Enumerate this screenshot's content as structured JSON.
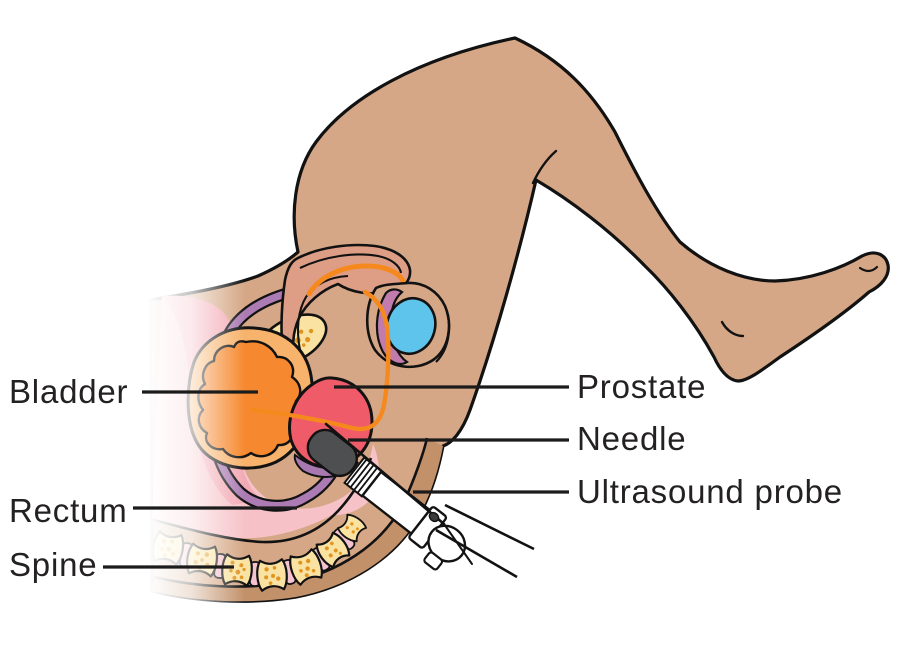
{
  "labels": {
    "bladder": "Bladder",
    "rectum": "Rectum",
    "spine": "Spine",
    "prostate": "Prostate",
    "needle": "Needle",
    "ultrasound_probe": "Ultrasound probe"
  },
  "colors": {
    "label_text": "#242122",
    "leader_line": "#1b1b1b",
    "outline": "#121212",
    "skin": "#D5A786",
    "skin_shadow": "#C2916A",
    "rectum_pink": "#F6C2C8",
    "rectum_pink_deep": "#F2A7B3",
    "bladder_wall": "#F7B26B",
    "bladder": "#F6892F",
    "prostate": "#EF5B69",
    "prostate_duct": "#A878B0",
    "bone": "#FAE3A2",
    "bone_speckle": "#E0951F",
    "disc": "#F4C3CF",
    "testicle": "#5FC4EC",
    "epididymis": "#C17BAD",
    "duct_purple": "#AC7BB3",
    "urethra_orange": "#F5891D",
    "penis_skin": "#DE9E86",
    "probe_gray": "#4E4F51",
    "probe_white": "#FFFFFF"
  }
}
